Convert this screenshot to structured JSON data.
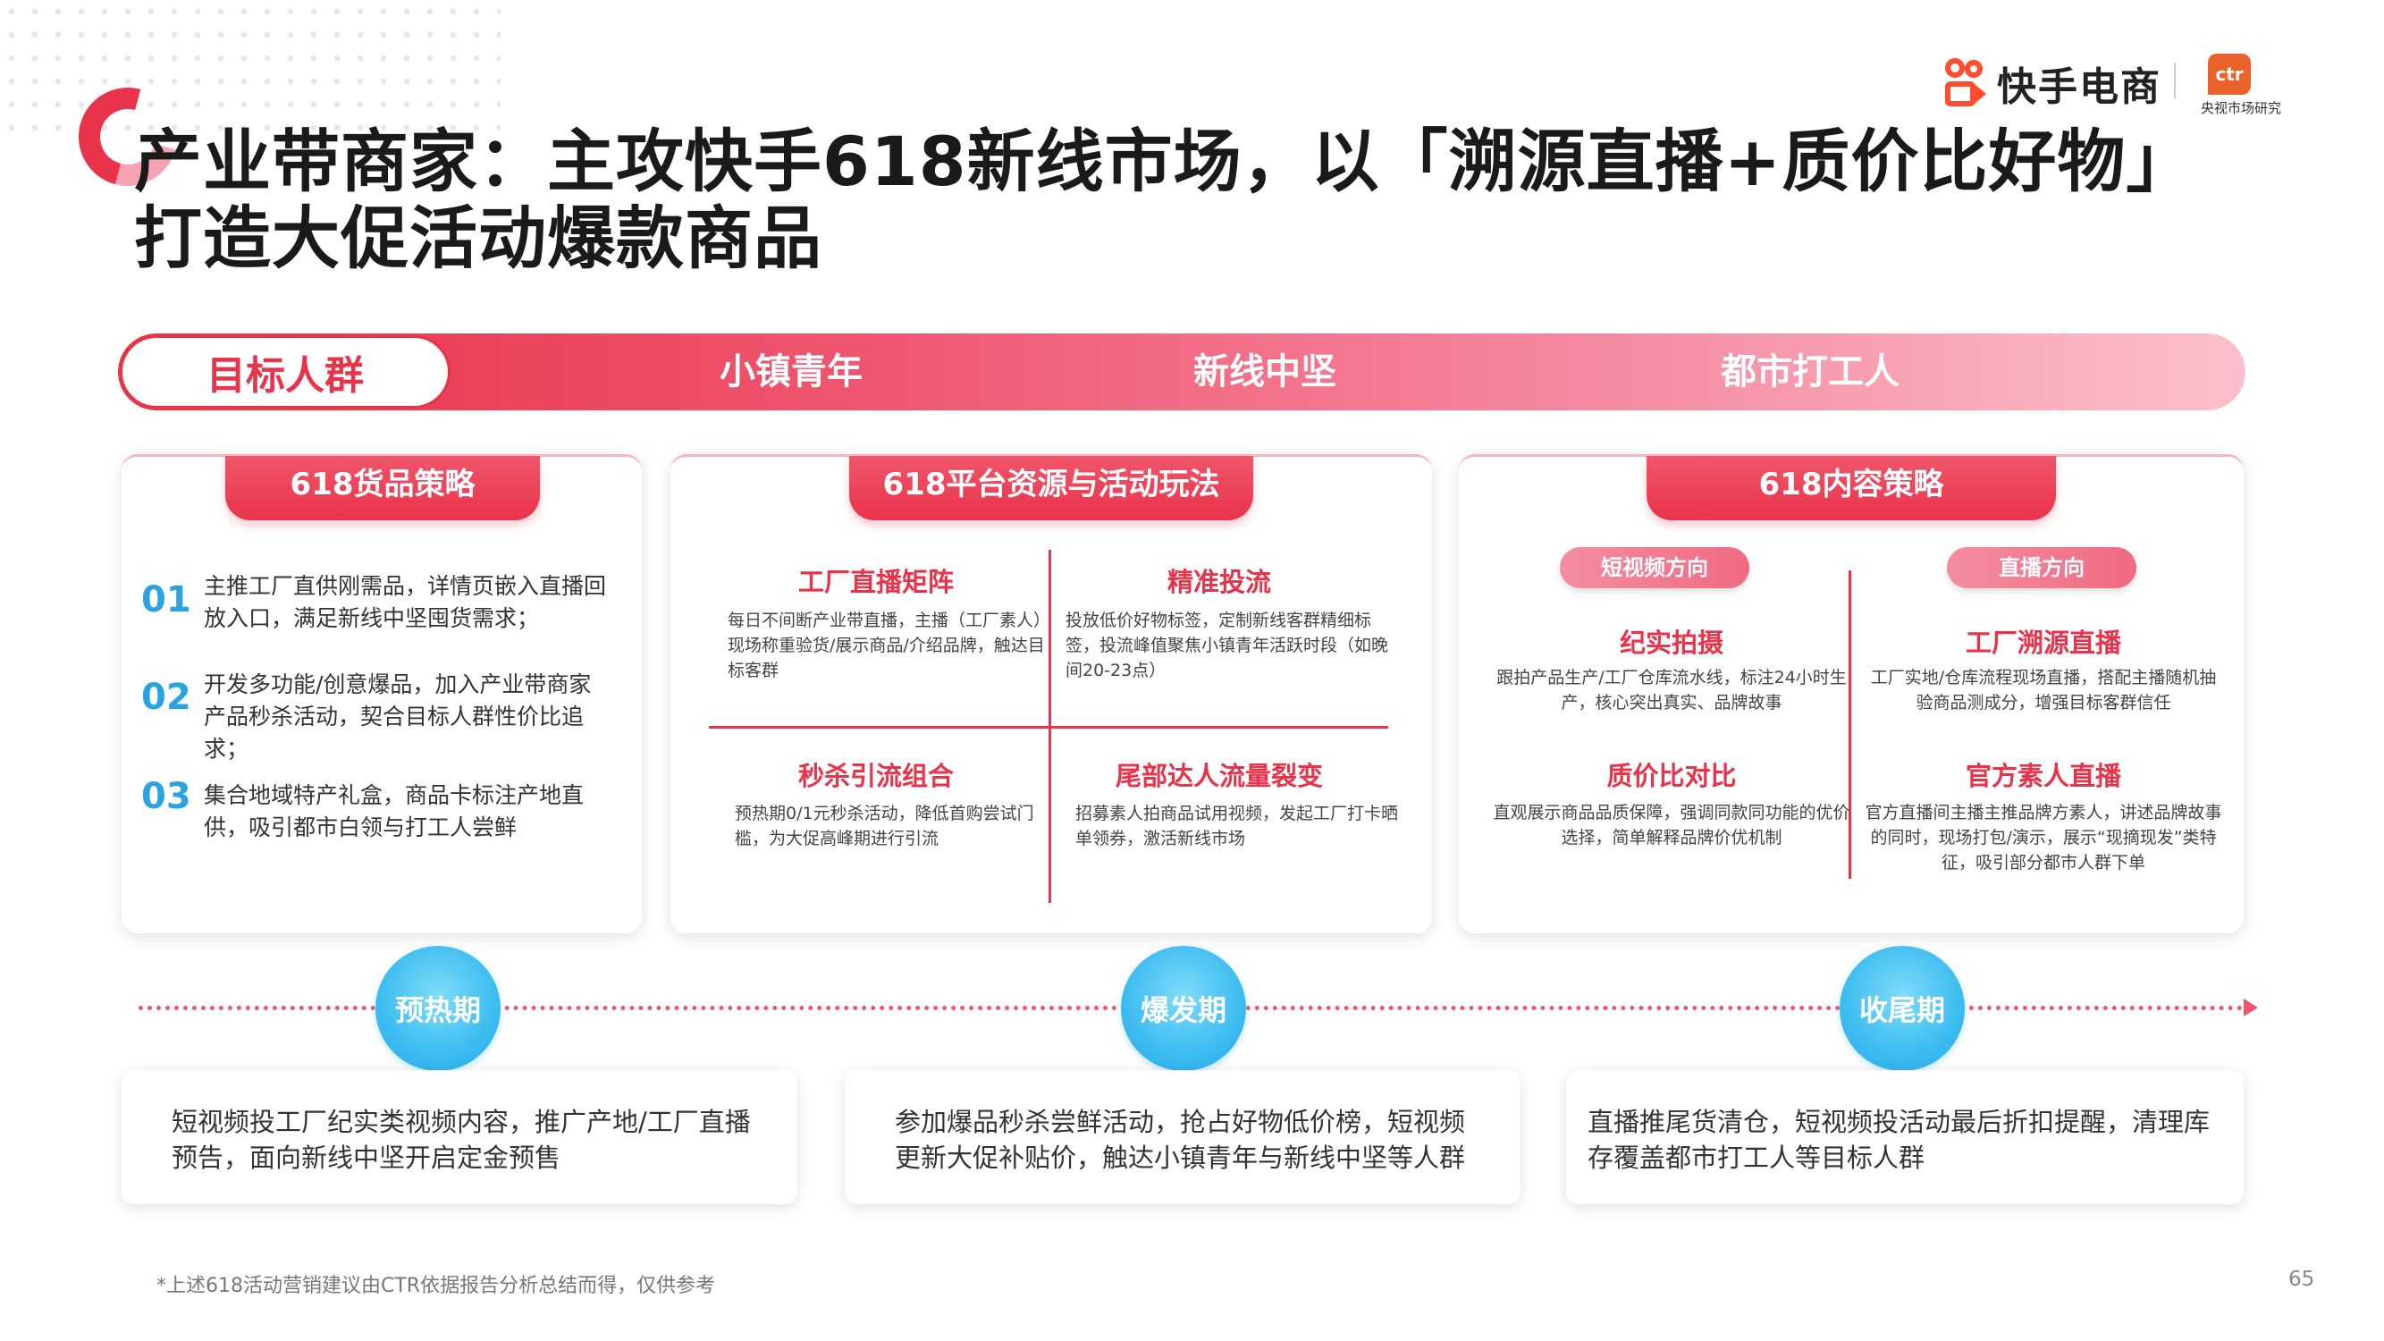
{
  "logos": {
    "kuaishou_text": "快手电商",
    "ctr_mark": "ctr",
    "ctr_sub": "央视市场研究"
  },
  "title": {
    "line1": "产业带商家：主攻快手618新线市场，以「溯源直播+质价比好物」",
    "line2": "打造大促活动爆款商品"
  },
  "target": {
    "label": "目标人群",
    "groups": [
      "小镇青年",
      "新线中坚",
      "都市打工人"
    ]
  },
  "card1": {
    "tab": "618货品策略",
    "items": [
      {
        "num": "01",
        "text": "主推工厂直供刚需品，详情页嵌入直播回放入口，满足新线中坚囤货需求；"
      },
      {
        "num": "02",
        "text": "开发多功能/创意爆品，加入产业带商家产品秒杀活动，契合目标人群性价比追求；"
      },
      {
        "num": "03",
        "text": "集合地域特产礼盒，商品卡标注产地直供，吸引都市白领与打工人尝鲜"
      }
    ]
  },
  "card2": {
    "tab": "618平台资源与活动玩法",
    "cells": [
      {
        "head": "工厂直播矩阵",
        "body": "每日不间断产业带直播，主播（工厂素人）现场称重验货/展示商品/介绍品牌，触达目标客群"
      },
      {
        "head": "精准投流",
        "body": "投放低价好物标签，定制新线客群精细标签，投流峰值聚焦小镇青年活跃时段（如晚间20-23点）"
      },
      {
        "head": "秒杀引流组合",
        "body": "预热期0/1元秒杀活动，降低首购尝试门槛，为大促高峰期进行引流"
      },
      {
        "head": "尾部达人流量裂变",
        "body": "招募素人拍商品试用视频，发起工厂打卡晒单领券，激活新线市场"
      }
    ]
  },
  "card3": {
    "tab": "618内容策略",
    "left": {
      "pill": "短视频方向",
      "items": [
        {
          "head": "纪实拍摄",
          "body": "跟拍产品生产/工厂仓库流水线，标注24小时生产，核心突出真实、品牌故事"
        },
        {
          "head": "质价比对比",
          "body": "直观展示商品品质保障，强调同款同功能的优价选择，简单解释品牌价优机制"
        }
      ]
    },
    "right": {
      "pill": "直播方向",
      "items": [
        {
          "head": "工厂溯源直播",
          "body": "工厂实地/仓库流程现场直播，搭配主播随机抽验商品测成分，增强目标客群信任"
        },
        {
          "head": "官方素人直播",
          "body": "官方直播间主播主推品牌方素人，讲述品牌故事的同时，现场打包/演示，展示“现摘现发”类特征，吸引部分都市人群下单"
        }
      ]
    }
  },
  "timeline": {
    "phases": [
      {
        "name": "预热期",
        "text": "短视频投工厂纪实类视频内容，推广产地/工厂直播预告，面向新线中坚开启定金预售"
      },
      {
        "name": "爆发期",
        "text": "参加爆品秒杀尝鲜活动，抢占好物低价榜，短视频更新大促补贴价，触达小镇青年与新线中坚等人群"
      },
      {
        "name": "收尾期",
        "text": "直播推尾货清仓，短视频投活动最后折扣提醒，清理库存覆盖都市打工人等目标人群"
      }
    ]
  },
  "footnote": "*上述618活动营销建议由CTR依据报告分析总结而得，仅供参考",
  "page_number": "65",
  "colors": {
    "accent": "#e8334a",
    "blue": "#2aa3e0"
  }
}
